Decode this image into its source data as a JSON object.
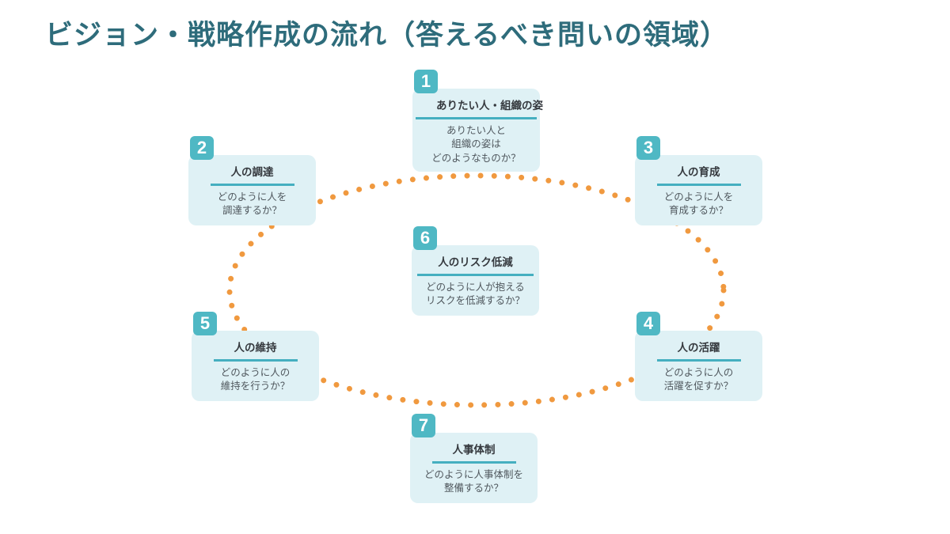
{
  "title": "ビジョン・戦略作成の流れ（答えるべき問いの領域）",
  "colors": {
    "title": "#2E6C7B",
    "badge": "#4FB8C4",
    "card_bg": "#DFF1F5",
    "rule": "#45AFC0",
    "heading_text": "#35393E",
    "body_text": "#50585E",
    "dots": "#F0993F"
  },
  "cards": [
    {
      "number": "1",
      "heading": "ありたい人・組織の姿",
      "body": "ありたい人と\n組織の姿は\nどのようなものか？"
    },
    {
      "number": "2",
      "heading": "人の調達",
      "body": "どのように人を\n調達するか？"
    },
    {
      "number": "3",
      "heading": "人の育成",
      "body": "どのように人を\n育成するか？"
    },
    {
      "number": "4",
      "heading": "人の活躍",
      "body": "どのように人の\n活躍を促すか？"
    },
    {
      "number": "5",
      "heading": "人の維持",
      "body": "どのように人の\n維持を行うか？"
    },
    {
      "number": "6",
      "heading": "人のリスク低減",
      "body": "どのように人が抱える\nリスクを低減するか？"
    },
    {
      "number": "7",
      "heading": "人事体制",
      "body": "どのように人事体制を\n整備するか？"
    }
  ]
}
